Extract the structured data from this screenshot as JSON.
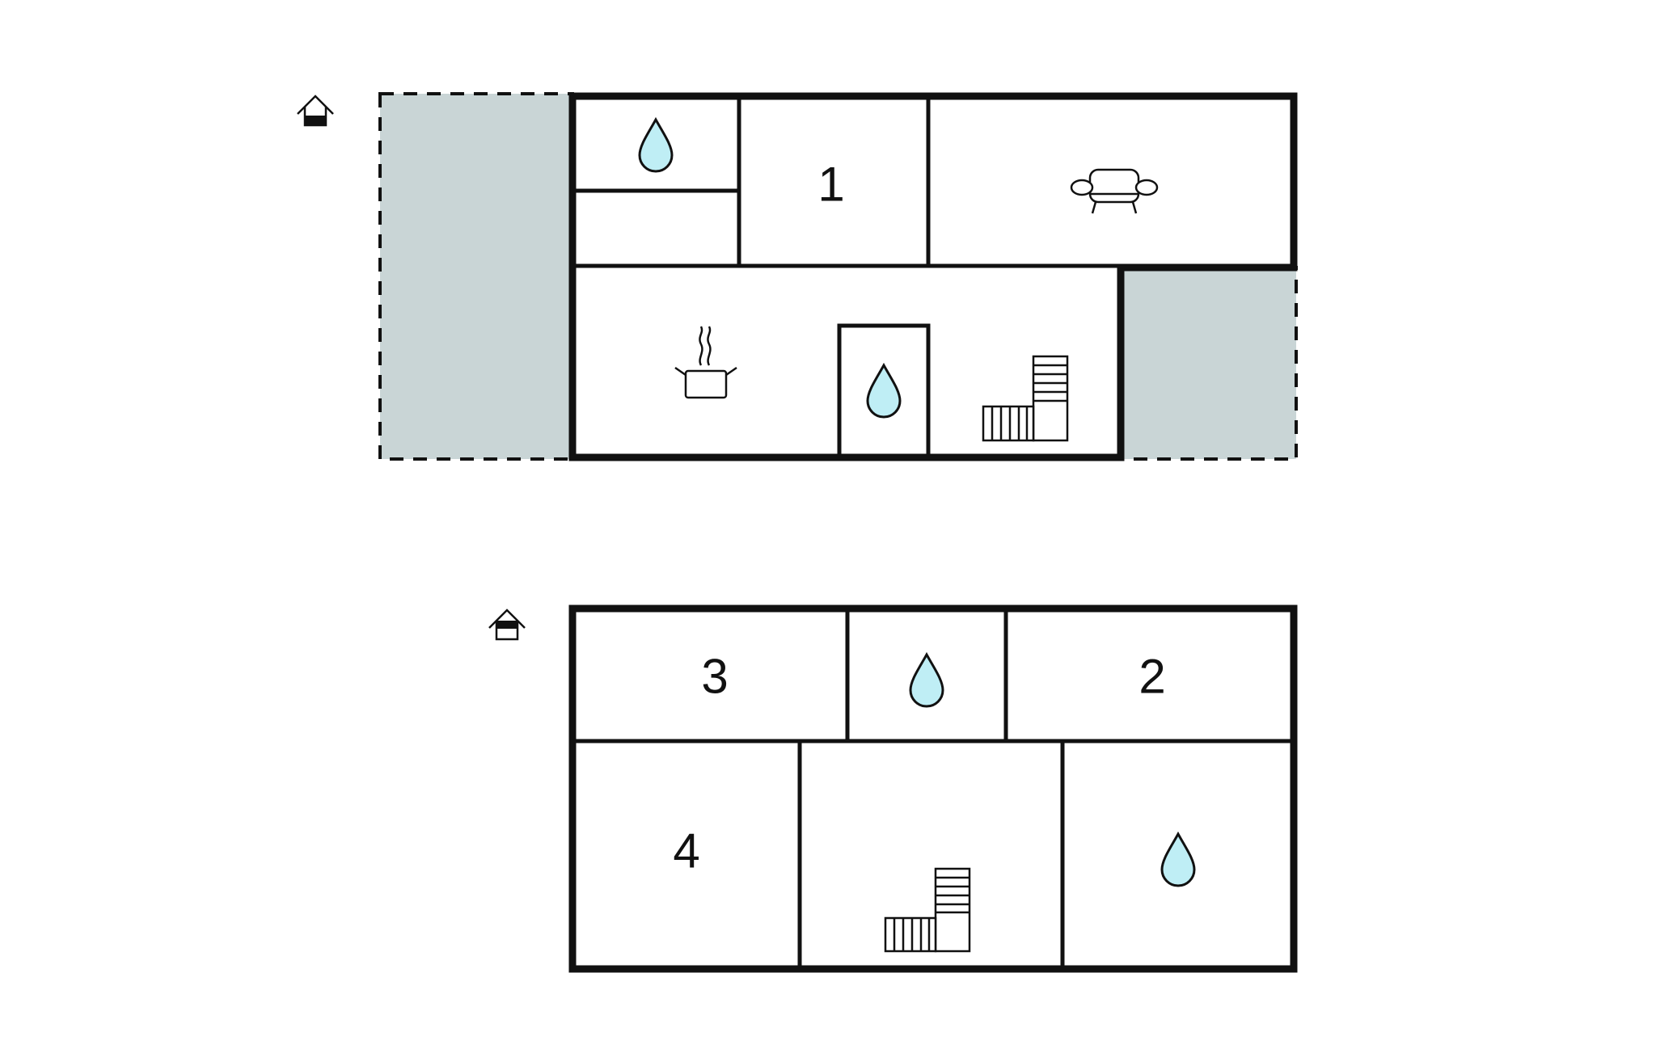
{
  "colors": {
    "wall": "#111111",
    "terrace": "#c9d5d6",
    "water": "#bfeef5",
    "background": "#ffffff"
  },
  "floors": [
    {
      "level": "ground",
      "rooms": [
        {
          "id": "bath-top-left",
          "icon": "water-drop-icon"
        },
        {
          "id": "storage-small"
        },
        {
          "id": "bedroom-1",
          "label": "1"
        },
        {
          "id": "living-room",
          "icon": "sofa-icon"
        },
        {
          "id": "kitchen-hall",
          "icon": "cooking-pot-icon"
        },
        {
          "id": "wc-small",
          "icon": "water-drop-icon"
        },
        {
          "id": "stair-ground",
          "icon": "stairs-icon"
        }
      ],
      "terraces": [
        "terrace-west",
        "terrace-east"
      ],
      "floor_marker": "house-ground-floor-icon"
    },
    {
      "level": "upper",
      "rooms": [
        {
          "id": "bedroom-3",
          "label": "3"
        },
        {
          "id": "bath-upper-middle",
          "icon": "water-drop-icon"
        },
        {
          "id": "bedroom-2",
          "label": "2"
        },
        {
          "id": "bedroom-4",
          "label": "4"
        },
        {
          "id": "landing",
          "icon": "stairs-icon"
        },
        {
          "id": "bath-upper-right",
          "icon": "water-drop-icon"
        }
      ],
      "floor_marker": "house-upper-floor-icon"
    }
  ]
}
